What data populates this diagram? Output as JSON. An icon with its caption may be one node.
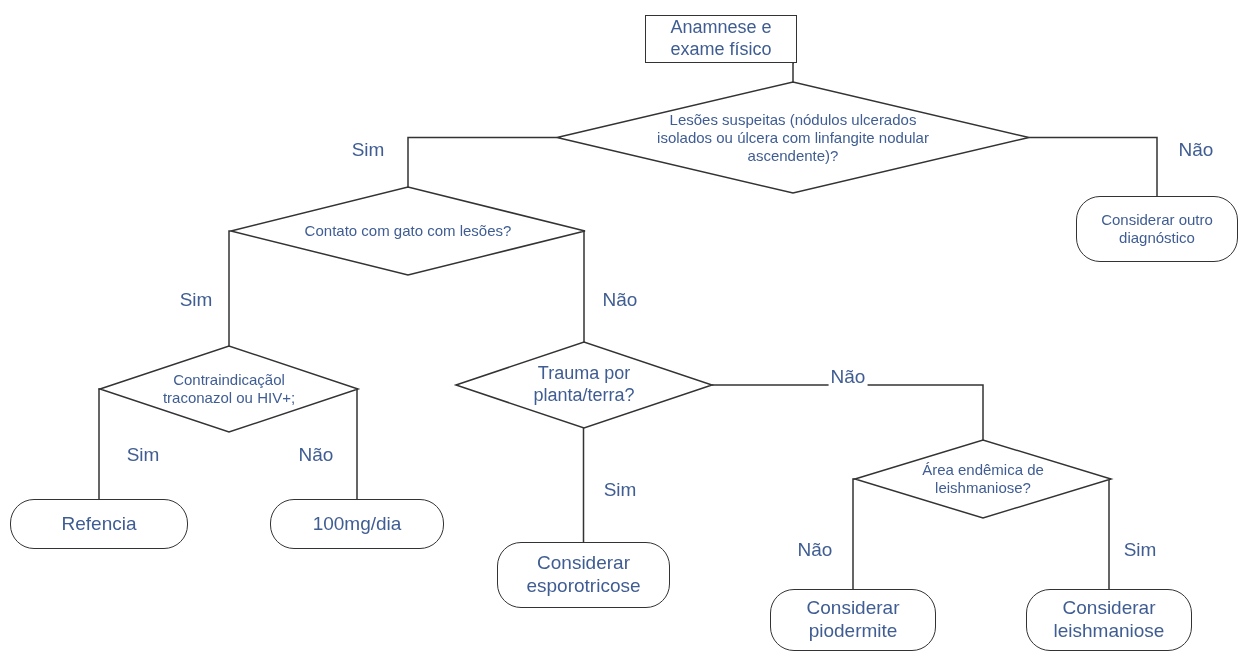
{
  "diagram": {
    "nodes": [
      {
        "text": [
          "Anamnese e exame físico"
        ]
      },
      {
        "text": [
          "Lesões suspeitas (nódulos ulcerados isolados ou úlcera com linfangite nodular ascendente)?"
        ]
      },
      {
        "text": [
          "Contato com gato com lesões?"
        ]
      },
      {
        "text": [
          "Considerar outro diagnóstico"
        ]
      },
      {
        "text": [
          "Contraindicaçãol traconazol ou HIV+;"
        ]
      },
      {
        "text": [
          "Trauma por planta/terra?"
        ]
      },
      {
        "text": [
          "Refencia"
        ]
      },
      {
        "text": [
          "100mg/dia"
        ]
      },
      {
        "text": [
          "Considerar esporotricose"
        ]
      },
      {
        "text": [
          "Área endêmica de leishmaniose?"
        ]
      },
      {
        "text": [
          "Considerar piodermite"
        ]
      },
      {
        "text": [
          "Considerar leishmaniose"
        ]
      }
    ],
    "edges": [
      {
        "from": 0,
        "to": 1,
        "arrow": "none"
      },
      {
        "from": 1,
        "to": 2,
        "arrow": "none",
        "label": "Sim"
      },
      {
        "from": 1,
        "to": 3,
        "arrow": "none",
        "label": "Não"
      },
      {
        "from": 2,
        "to": 4,
        "arrow": "none",
        "label": "Sim"
      },
      {
        "from": 2,
        "to": 5,
        "arrow": "none",
        "label": "Não"
      },
      {
        "from": 4,
        "to": 6,
        "arrow": "none",
        "label": "Sim"
      },
      {
        "from": 4,
        "to": 7,
        "arrow": "none",
        "label": "Não"
      },
      {
        "from": 5,
        "to": 8,
        "arrow": "none",
        "label": "Sim"
      },
      {
        "from": 5,
        "to": 9,
        "arrow": "none",
        "label": "Não"
      },
      {
        "from": 9,
        "to": 10,
        "arrow": "none",
        "label": "Não"
      },
      {
        "from": 9,
        "to": 11,
        "arrow": "none",
        "label": "Sim"
      }
    ]
  }
}
